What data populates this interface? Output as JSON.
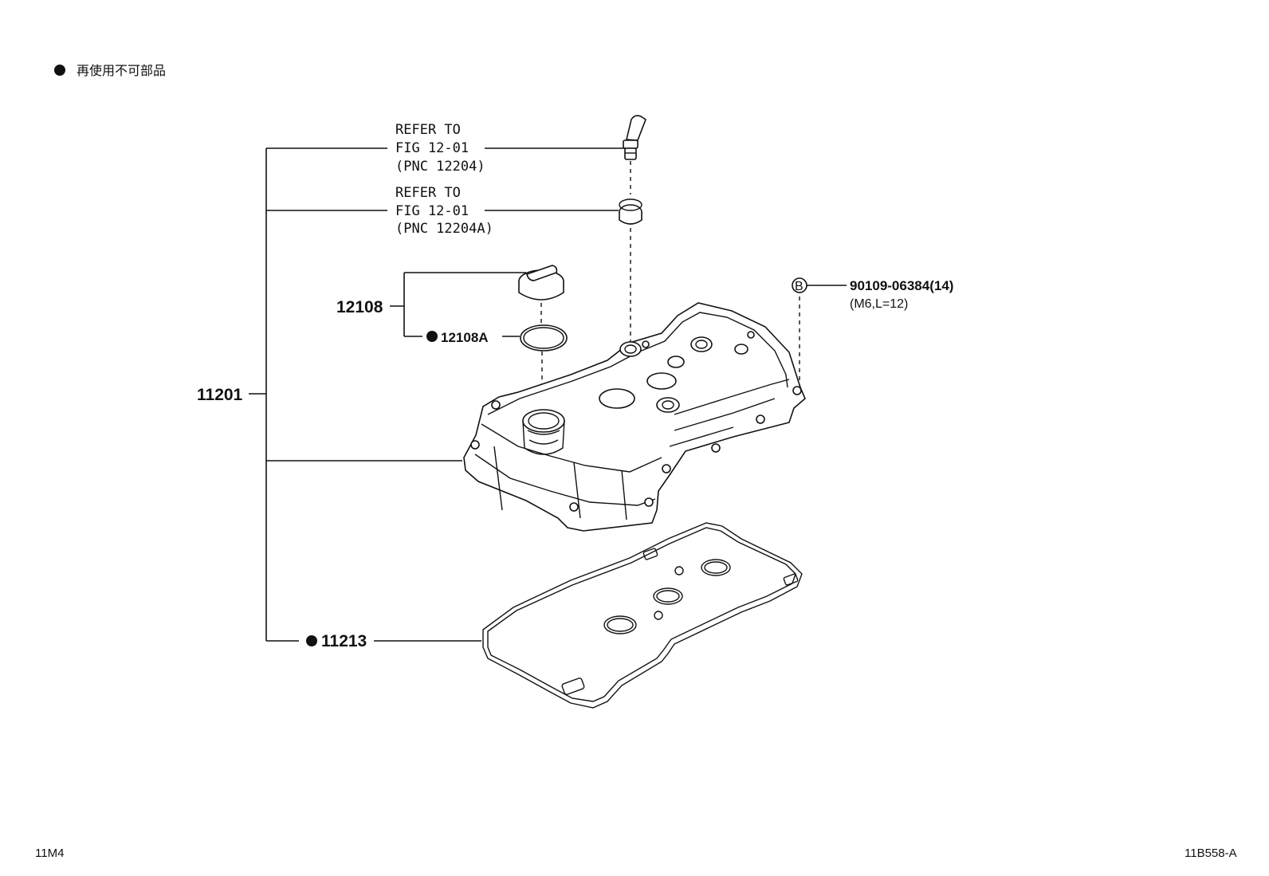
{
  "legend": {
    "bullet": "●",
    "text": "再使用不可部品"
  },
  "refer_1": {
    "line1": "REFER TO",
    "line2": "FIG 12-01",
    "line3": "(PNC 12204)"
  },
  "refer_2": {
    "line1": "REFER TO",
    "line2": "FIG 12-01",
    "line3": "(PNC 12204A)"
  },
  "parts": {
    "p12108": "12108",
    "p12108a": "12108A",
    "p11201": "11201",
    "p11213": "11213",
    "bolt_ref_marker": "B",
    "bolt_part_no": "90109-06384(14)",
    "bolt_spec": "(M6,L=12)"
  },
  "footer": {
    "left_code": "11M4",
    "right_code": "11B558-A"
  }
}
